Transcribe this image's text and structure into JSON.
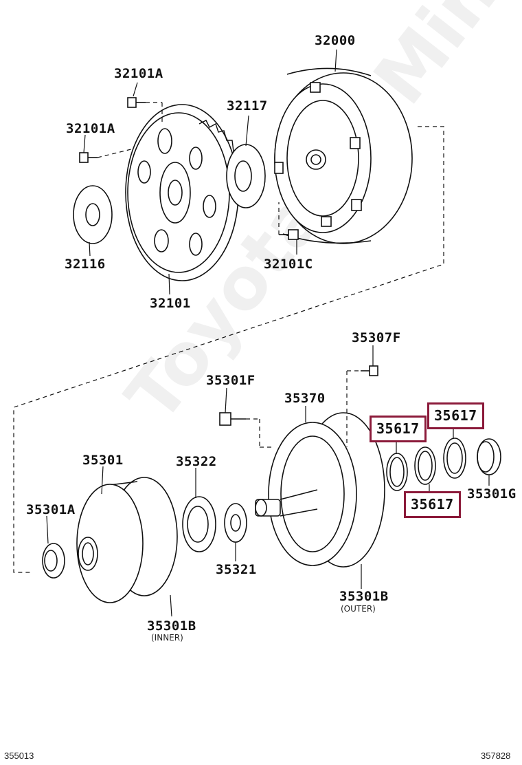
{
  "watermark": "ToyotaCarMine.ru",
  "parts": {
    "converter": "32000",
    "bolt_a_top": "32101A",
    "bolt_a_left": "32101A",
    "spacer": "32117",
    "plate": "32116",
    "bolt_c": "32101C",
    "drive_plate": "32101",
    "bolt_f_pump": "35307F",
    "bolt_f_body": "35301F",
    "pump_assy": "35370",
    "pump_body": "35301",
    "driven_gear": "35322",
    "drive_gear": "35321",
    "oil_seal": "35301A",
    "bushing_inner": "35301B",
    "bushing_inner_note": "(INNER)",
    "bushing_outer": "35301B",
    "bushing_outer_note": "(OUTER)",
    "bushing_g": "35301G"
  },
  "highlighted": [
    "35617",
    "35617",
    "35617"
  ],
  "footer": {
    "left": "355013",
    "right": "357828"
  },
  "colors": {
    "highlight": "#8b1a3a",
    "line": "#111111"
  }
}
